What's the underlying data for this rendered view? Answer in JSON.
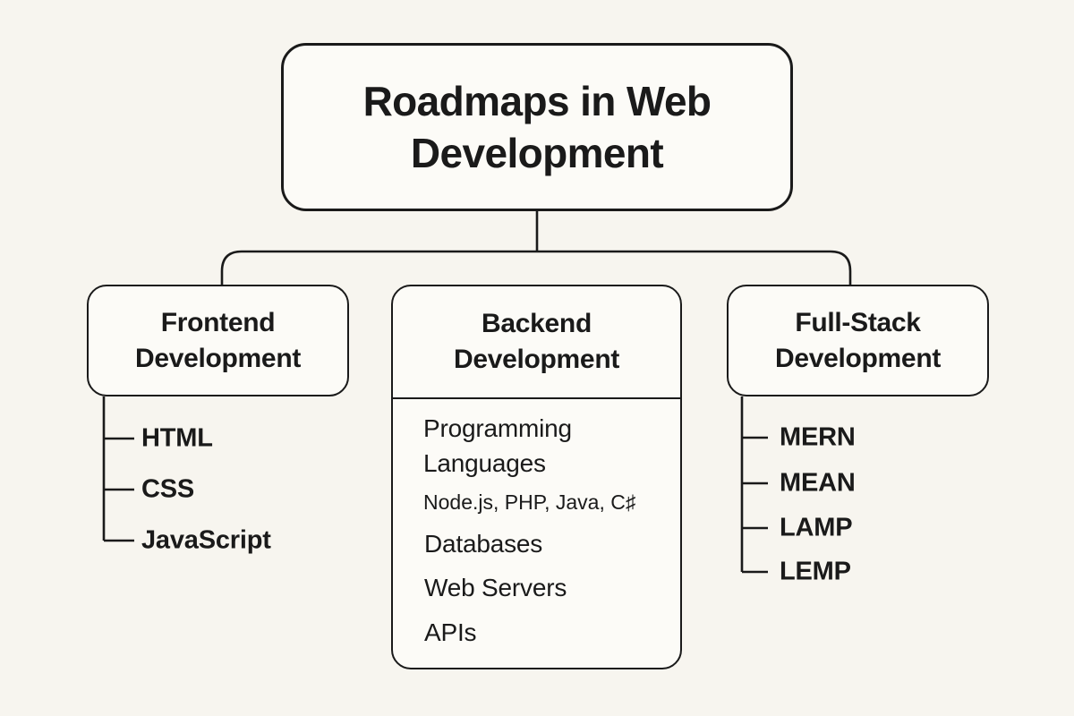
{
  "colors": {
    "background": "#f7f5ef",
    "box_fill": "#fcfbf7",
    "line": "#1a1a1a",
    "text": "#1a1a1a"
  },
  "diagram": {
    "root": {
      "label": "Roadmaps in Web Development"
    },
    "branches": {
      "frontend": {
        "label": "Frontend Development",
        "items": [
          "HTML",
          "CSS",
          "JavaScript"
        ]
      },
      "backend": {
        "label": "Backend Development",
        "section": {
          "label": "Programming Languages",
          "detail": "Node.js, PHP, Java, C♯"
        },
        "items": [
          "Databases",
          "Web Servers",
          "APIs"
        ]
      },
      "fullstack": {
        "label": "Full-Stack Development",
        "items": [
          "MERN",
          "MEAN",
          "LAMP",
          "LEMP"
        ]
      }
    }
  }
}
